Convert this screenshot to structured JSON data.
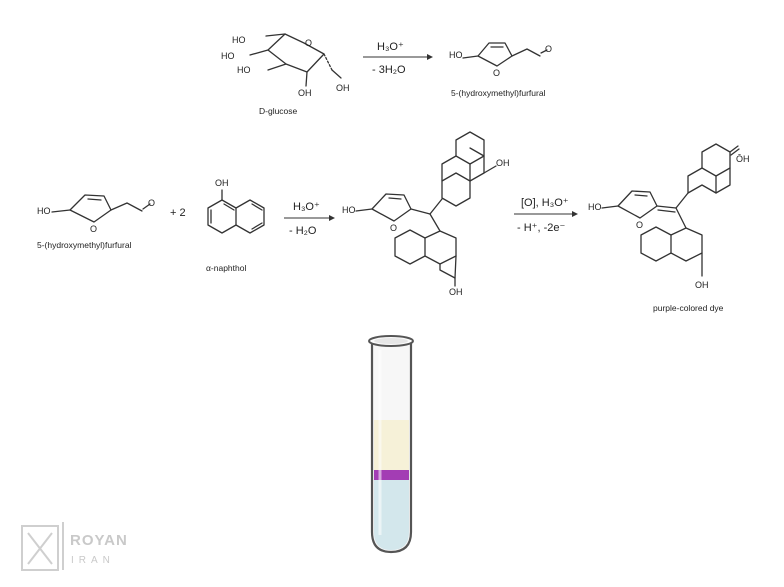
{
  "reaction1": {
    "reactant_label": "D-glucose",
    "product_label": "5-(hydroxymethyl)furfural",
    "condition_top": "H₃O⁺",
    "condition_bottom": "- 3H₂O",
    "atoms": {
      "ho": "HO",
      "oh": "OH",
      "o": "O"
    }
  },
  "reaction2": {
    "reactant1_label": "5-(hydroxymethyl)furfural",
    "coefficient": "+ 2",
    "reactant2_label": "α-naphthol",
    "condition_top": "H₃O⁺",
    "condition_bottom": "- H₂O"
  },
  "reaction3": {
    "condition_top": "[O], H₃O⁺",
    "condition_bottom": "- H⁺, -2e⁻",
    "product_label": "purple-colored dye",
    "oxonium": "ŌH"
  },
  "test_tube": {
    "layers": {
      "top": "#f6f1d8",
      "ring": "#a33db4",
      "bottom": "#d3e7ec"
    }
  },
  "logo": {
    "name": "ROYAN",
    "sub": "IRAN"
  }
}
